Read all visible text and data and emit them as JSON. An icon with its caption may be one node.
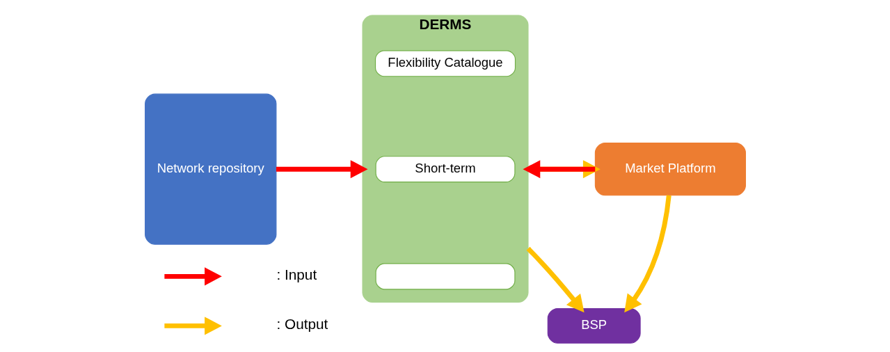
{
  "diagram": {
    "nodes": [
      {
        "text": [
          "Network repository"
        ]
      },
      {
        "text": [
          "DERMS"
        ]
      },
      {
        "text": [
          "Flexibility Catalogue"
        ],
        "in": 1
      },
      {
        "text": [
          "Short-term"
        ],
        "in": 1
      },
      {
        "text": [],
        "shape": "box",
        "in": 1
      },
      {
        "text": [
          "Market Platform"
        ]
      },
      {
        "text": [
          "BSP"
        ]
      }
    ],
    "edges": [
      {
        "from": 0,
        "to": 1,
        "arrow": "to",
        "color": "#ff0000"
      },
      {
        "from": 1,
        "to": 5,
        "arrow": "to"
      },
      {
        "from": 5,
        "to": 1,
        "arrow": "to",
        "color": "#ff0000"
      },
      {
        "from": 1,
        "to": 6,
        "arrow": "to"
      },
      {
        "from": 5,
        "to": 6,
        "arrow": "to"
      }
    ],
    "legend": [
      {
        "text": ": Input"
      },
      {
        "text": ": Output"
      }
    ]
  }
}
